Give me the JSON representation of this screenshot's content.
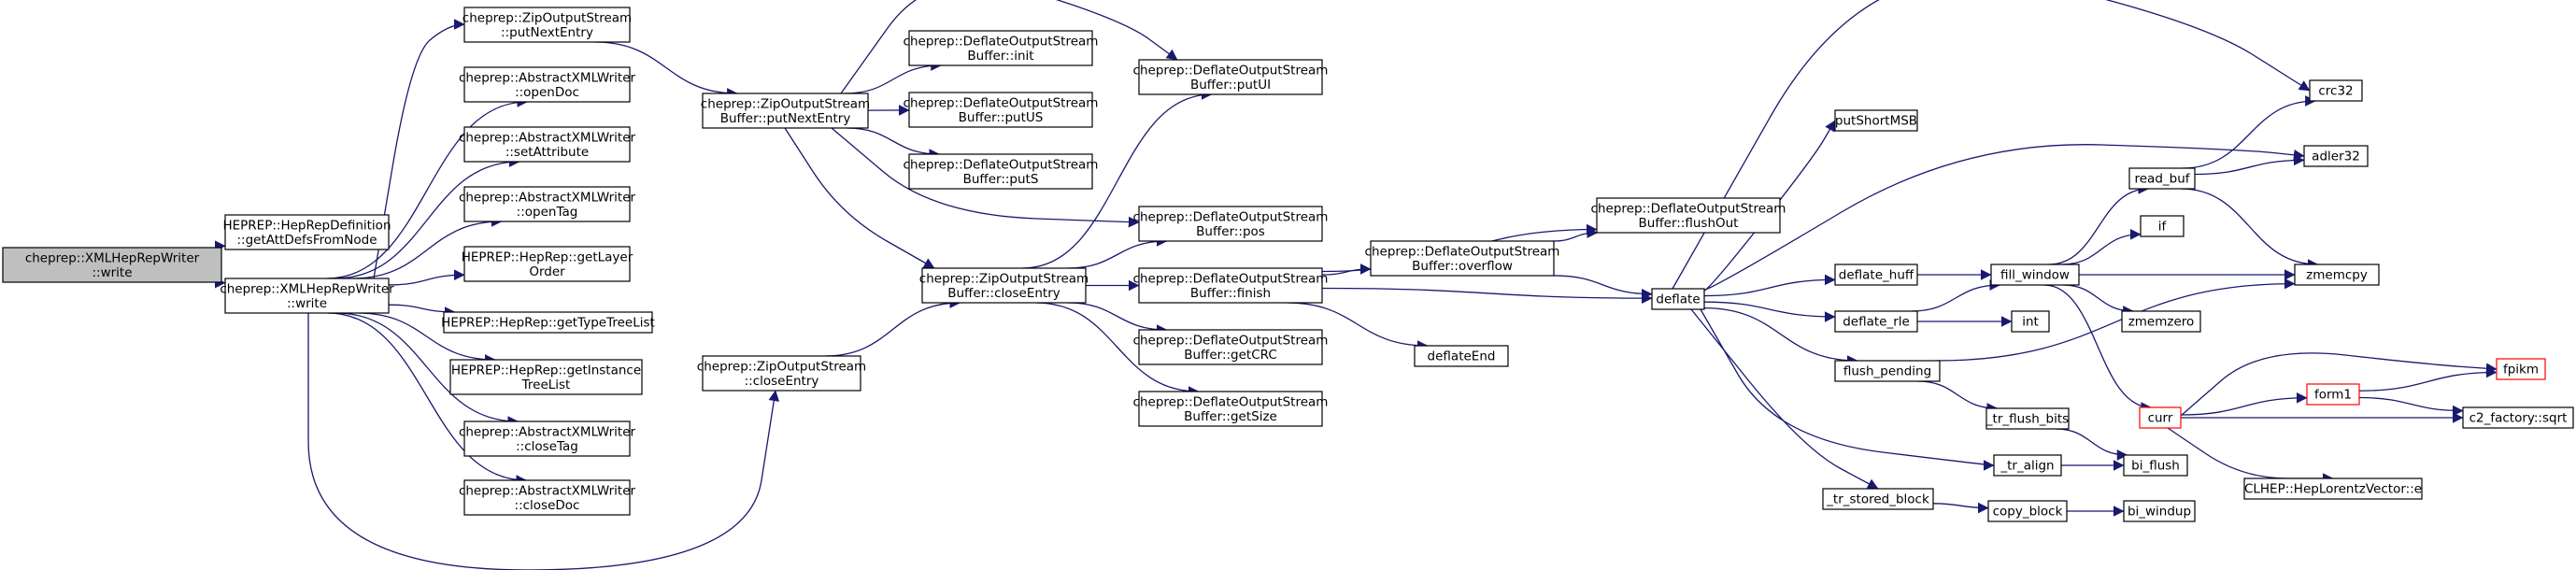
{
  "diagram": {
    "edge_color": "#191970",
    "root_fill": "#bfbfbf",
    "truncated_border": "#ff0000",
    "nodes": [
      {
        "id": "root",
        "lines": [
          "cheprep::XMLHepRepWriter",
          "::write"
        ],
        "style": "root"
      },
      {
        "id": "getAttDefsFromNode",
        "lines": [
          "HEPREP::HepRepDefinition",
          "::getAttDefsFromNode"
        ]
      },
      {
        "id": "xmlwrite",
        "lines": [
          "cheprep::XMLHepRepWriter",
          "::write"
        ]
      },
      {
        "id": "zosPutNextEntry",
        "lines": [
          "cheprep::ZipOutputStream",
          "::putNextEntry"
        ]
      },
      {
        "id": "openDoc",
        "lines": [
          "cheprep::AbstractXMLWriter",
          "::openDoc"
        ]
      },
      {
        "id": "setAttribute",
        "lines": [
          "cheprep::AbstractXMLWriter",
          "::setAttribute"
        ]
      },
      {
        "id": "openTag",
        "lines": [
          "cheprep::AbstractXMLWriter",
          "::openTag"
        ]
      },
      {
        "id": "getLayerOrder",
        "lines": [
          "HEPREP::HepRep::getLayer",
          "Order"
        ]
      },
      {
        "id": "getTypeTreeList",
        "lines": [
          "HEPREP::HepRep::getTypeTreeList"
        ]
      },
      {
        "id": "getInstanceTreeList",
        "lines": [
          "HEPREP::HepRep::getInstance",
          "TreeList"
        ]
      },
      {
        "id": "closeTag",
        "lines": [
          "cheprep::AbstractXMLWriter",
          "::closeTag"
        ]
      },
      {
        "id": "closeDoc",
        "lines": [
          "cheprep::AbstractXMLWriter",
          "::closeDoc"
        ]
      },
      {
        "id": "zosbPutNextEntry",
        "lines": [
          "cheprep::ZipOutputStream",
          "Buffer::putNextEntry"
        ]
      },
      {
        "id": "zosCloseEntry",
        "lines": [
          "cheprep::ZipOutputStream",
          "::closeEntry"
        ]
      },
      {
        "id": "zosbCloseEntry",
        "lines": [
          "cheprep::ZipOutputStream",
          "Buffer::closeEntry"
        ]
      },
      {
        "id": "dosbInit",
        "lines": [
          "cheprep::DeflateOutputStream",
          "Buffer::init"
        ]
      },
      {
        "id": "dosbPutUS",
        "lines": [
          "cheprep::DeflateOutputStream",
          "Buffer::putUS"
        ]
      },
      {
        "id": "dosbPutS",
        "lines": [
          "cheprep::DeflateOutputStream",
          "Buffer::putS"
        ]
      },
      {
        "id": "dosbPutUI",
        "lines": [
          "cheprep::DeflateOutputStream",
          "Buffer::putUI"
        ]
      },
      {
        "id": "dosbPos",
        "lines": [
          "cheprep::DeflateOutputStream",
          "Buffer::pos"
        ]
      },
      {
        "id": "dosbFinish",
        "lines": [
          "cheprep::DeflateOutputStream",
          "Buffer::finish"
        ]
      },
      {
        "id": "dosbGetCRC",
        "lines": [
          "cheprep::DeflateOutputStream",
          "Buffer::getCRC"
        ]
      },
      {
        "id": "dosbGetSize",
        "lines": [
          "cheprep::DeflateOutputStream",
          "Buffer::getSize"
        ]
      },
      {
        "id": "dosbOverflow",
        "lines": [
          "cheprep::DeflateOutputStream",
          "Buffer::overflow"
        ]
      },
      {
        "id": "dosbFlushOut",
        "lines": [
          "cheprep::DeflateOutputStream",
          "Buffer::flushOut"
        ]
      },
      {
        "id": "deflateEnd",
        "lines": [
          "deflateEnd"
        ]
      },
      {
        "id": "deflate",
        "lines": [
          "deflate"
        ]
      },
      {
        "id": "putShortMSB",
        "lines": [
          "putShortMSB"
        ]
      },
      {
        "id": "deflateHuff",
        "lines": [
          "deflate_huff"
        ]
      },
      {
        "id": "deflateRle",
        "lines": [
          "deflate_rle"
        ]
      },
      {
        "id": "flushPending",
        "lines": [
          "flush_pending"
        ]
      },
      {
        "id": "trFlushBits",
        "lines": [
          "_tr_flush_bits"
        ]
      },
      {
        "id": "trAlign",
        "lines": [
          "_tr_align"
        ]
      },
      {
        "id": "trStoredBlock",
        "lines": [
          "_tr_stored_block"
        ]
      },
      {
        "id": "copyBlock",
        "lines": [
          "copy_block"
        ]
      },
      {
        "id": "biWindup",
        "lines": [
          "bi_windup"
        ]
      },
      {
        "id": "biFlush",
        "lines": [
          "bi_flush"
        ]
      },
      {
        "id": "fillWindow",
        "lines": [
          "fill_window"
        ]
      },
      {
        "id": "readBuf",
        "lines": [
          "read_buf"
        ]
      },
      {
        "id": "if",
        "lines": [
          "if"
        ]
      },
      {
        "id": "int",
        "lines": [
          "int"
        ]
      },
      {
        "id": "zmemzero",
        "lines": [
          "zmemzero"
        ]
      },
      {
        "id": "curr",
        "lines": [
          "curr"
        ],
        "style": "truncated"
      },
      {
        "id": "crc32",
        "lines": [
          "crc32"
        ]
      },
      {
        "id": "adler32",
        "lines": [
          "adler32"
        ]
      },
      {
        "id": "zmemcpy",
        "lines": [
          "zmemcpy"
        ]
      },
      {
        "id": "fpikm",
        "lines": [
          "fpikm"
        ],
        "style": "truncated"
      },
      {
        "id": "form1",
        "lines": [
          "form1"
        ],
        "style": "truncated"
      },
      {
        "id": "sqrt",
        "lines": [
          "c2_factory::sqrt"
        ]
      },
      {
        "id": "hlvE",
        "lines": [
          "CLHEP::HepLorentzVector::e"
        ]
      }
    ],
    "edges": [
      [
        "root",
        "getAttDefsFromNode"
      ],
      [
        "root",
        "xmlwrite"
      ],
      [
        "xmlwrite",
        "zosPutNextEntry"
      ],
      [
        "xmlwrite",
        "openDoc"
      ],
      [
        "xmlwrite",
        "setAttribute"
      ],
      [
        "xmlwrite",
        "openTag"
      ],
      [
        "xmlwrite",
        "getLayerOrder"
      ],
      [
        "xmlwrite",
        "getTypeTreeList"
      ],
      [
        "xmlwrite",
        "getInstanceTreeList"
      ],
      [
        "xmlwrite",
        "closeTag"
      ],
      [
        "xmlwrite",
        "closeDoc"
      ],
      [
        "xmlwrite",
        "zosCloseEntry"
      ],
      [
        "zosPutNextEntry",
        "zosbPutNextEntry"
      ],
      [
        "zosCloseEntry",
        "zosbCloseEntry"
      ],
      [
        "zosbPutNextEntry",
        "dosbInit"
      ],
      [
        "zosbPutNextEntry",
        "dosbPutUS"
      ],
      [
        "zosbPutNextEntry",
        "dosbPutS"
      ],
      [
        "zosbPutNextEntry",
        "dosbPutUI"
      ],
      [
        "zosbPutNextEntry",
        "dosbPos"
      ],
      [
        "zosbPutNextEntry",
        "zosbCloseEntry"
      ],
      [
        "zosbCloseEntry",
        "dosbPutUI"
      ],
      [
        "zosbCloseEntry",
        "dosbPos"
      ],
      [
        "zosbCloseEntry",
        "dosbFinish"
      ],
      [
        "zosbCloseEntry",
        "dosbGetCRC"
      ],
      [
        "zosbCloseEntry",
        "dosbGetSize"
      ],
      [
        "dosbFinish",
        "dosbOverflow"
      ],
      [
        "dosbFinish",
        "dosbFlushOut"
      ],
      [
        "dosbFinish",
        "deflateEnd"
      ],
      [
        "dosbFinish",
        "deflate"
      ],
      [
        "dosbOverflow",
        "dosbFlushOut"
      ],
      [
        "dosbOverflow",
        "deflate"
      ],
      [
        "deflate",
        "crc32"
      ],
      [
        "deflate",
        "putShortMSB"
      ],
      [
        "deflate",
        "adler32"
      ],
      [
        "deflate",
        "deflateHuff"
      ],
      [
        "deflate",
        "deflateRle"
      ],
      [
        "deflate",
        "flushPending"
      ],
      [
        "deflate",
        "trAlign"
      ],
      [
        "deflate",
        "trStoredBlock"
      ],
      [
        "deflateHuff",
        "fillWindow"
      ],
      [
        "deflateRle",
        "fillWindow"
      ],
      [
        "deflateRle",
        "int"
      ],
      [
        "flushPending",
        "zmemcpy"
      ],
      [
        "flushPending",
        "trFlushBits"
      ],
      [
        "trFlushBits",
        "biFlush"
      ],
      [
        "trAlign",
        "biFlush"
      ],
      [
        "trStoredBlock",
        "copyBlock"
      ],
      [
        "copyBlock",
        "biWindup"
      ],
      [
        "fillWindow",
        "readBuf"
      ],
      [
        "fillWindow",
        "if"
      ],
      [
        "fillWindow",
        "zmemcpy"
      ],
      [
        "fillWindow",
        "zmemzero"
      ],
      [
        "fillWindow",
        "curr"
      ],
      [
        "readBuf",
        "crc32"
      ],
      [
        "readBuf",
        "adler32"
      ],
      [
        "readBuf",
        "zmemcpy"
      ],
      [
        "curr",
        "fpikm"
      ],
      [
        "curr",
        "form1"
      ],
      [
        "curr",
        "sqrt"
      ],
      [
        "curr",
        "hlvE"
      ],
      [
        "form1",
        "fpikm"
      ],
      [
        "form1",
        "sqrt"
      ]
    ]
  }
}
